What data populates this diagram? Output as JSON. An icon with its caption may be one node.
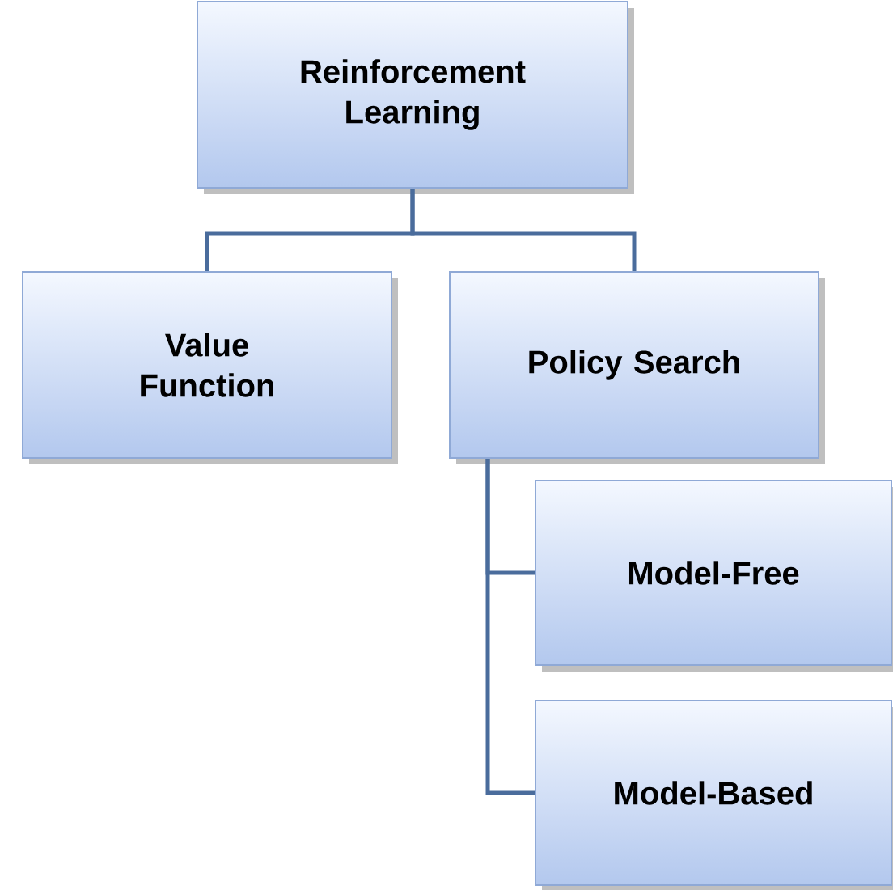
{
  "diagram": {
    "nodes": [
      {
        "text": [
          "Reinforcement Learning"
        ]
      },
      {
        "text": [
          "Value Function"
        ]
      },
      {
        "text": [
          "Policy Search"
        ]
      },
      {
        "text": [
          "Model-Free"
        ]
      },
      {
        "text": [
          "Model-Based"
        ]
      }
    ],
    "edges": [
      {
        "from": 0,
        "to": 1,
        "arrow": "none"
      },
      {
        "from": 0,
        "to": 2,
        "arrow": "none"
      },
      {
        "from": 2,
        "to": 3,
        "arrow": "none"
      },
      {
        "from": 2,
        "to": 4,
        "arrow": "none"
      }
    ]
  }
}
